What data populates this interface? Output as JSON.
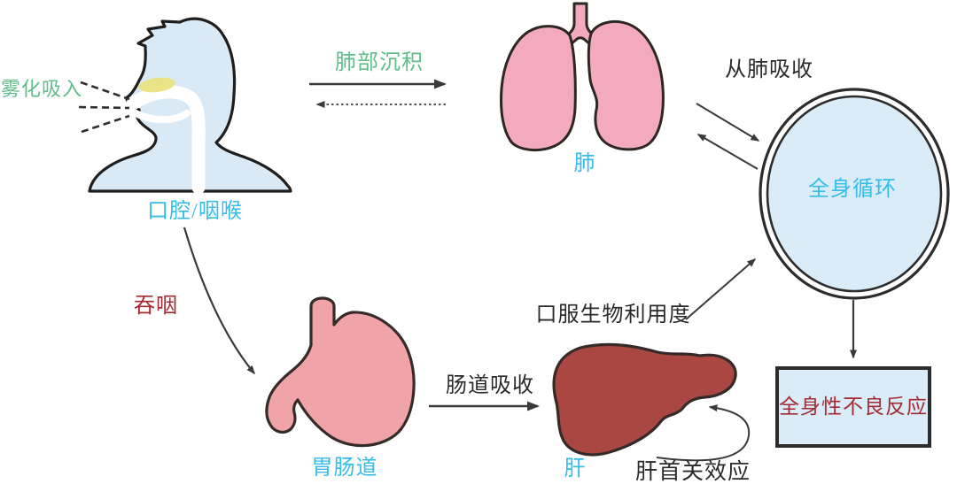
{
  "labels": {
    "inhalation": "雾化吸入",
    "mouth_throat": "口腔/咽喉",
    "lung_deposition": "肺部沉积",
    "lung": "肺",
    "absorption_from_lung": "从肺吸收",
    "systemic_circulation": "全身循环",
    "swallowing": "吞咽",
    "gi_tract": "胃肠道",
    "intestinal_absorption": "肠道吸收",
    "oral_bioavailability": "口服生物利用度",
    "liver": "肝",
    "first_pass_effect": "肝首关效应",
    "systemic_adverse_effects": "全身性不良反应"
  },
  "colors": {
    "label_cyan": "#35bde9",
    "label_green": "#5fbd8b",
    "label_dark_red": "#a32a33",
    "body_light_blue": "#d9eaf6",
    "circle_light_blue": "#d9ecf8",
    "lung_pink": "#f4aabe",
    "stomach_pink": "#f1a4a8",
    "liver_red": "#aa4742",
    "airway_white": "#ffffff",
    "nasal_yellow": "#e9e37f",
    "outline_dark": "#2c2723",
    "arrow_gray": "#3a3a3a"
  }
}
